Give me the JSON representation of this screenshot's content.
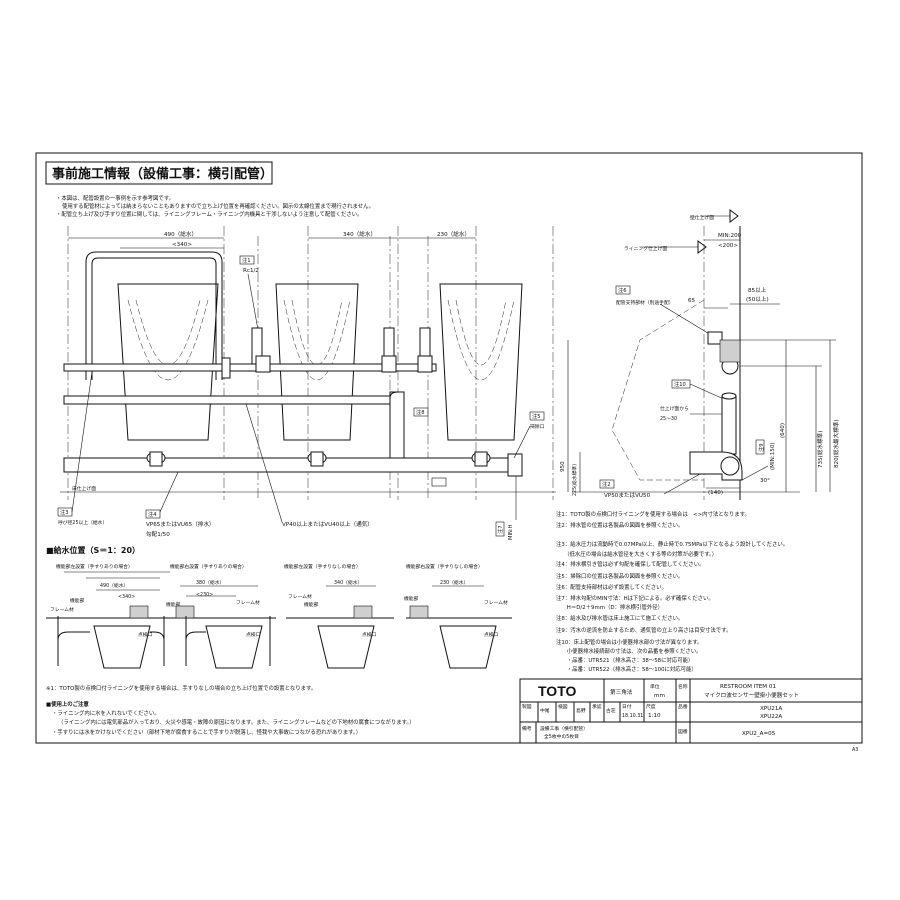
{
  "header": {
    "title": "事前施工情報（設備工事：横引配管）"
  },
  "top_notes": [
    "・本図は、配管設置の一事例を示す参考図です。",
    "使用する配管材によっては納まらないこともありますので立ち上げ位置を再確認ください。図示の太線位置まで現行されません。",
    "・配管立ち上げ及び手すり位置に関しては、ライニングフレーム・ライニング内機具と干渉しないよう注意して配管ください。"
  ],
  "plan": {
    "dim_490": "490（総水）",
    "dim_340_sub": "<340>",
    "dim_340": "340（総水）",
    "dim_230": "230（総水）",
    "rc": "Rc1/2",
    "note1": "注1",
    "note4": "注4",
    "note2": "注2",
    "note3": "注3",
    "note5": "注5",
    "note7": "注7",
    "note8": "注8",
    "floor_label": "床仕上げ面",
    "vp65": "VP65またはVU65（排水）",
    "vp40": "VP40以上またはVU40以上（通気）",
    "slope": "勾配1/50",
    "sump": "掃除口",
    "min_h": "MIN:H",
    "note3_text": "呼び径25以上（給水）"
  },
  "section": {
    "wall_finish": "壁仕上げ面",
    "lining_finish": "ライニング仕上げ面",
    "min200": "MIN:200",
    "d200": "<200>",
    "note6": "注6",
    "support": "配管支持部材（別途手配）",
    "d65": "65",
    "d85": "85以上",
    "d50": "(50以上)",
    "note10": "注10",
    "rise": "仕上げ面から",
    "rise_range": "25〜30",
    "note9": "注9",
    "min150": "(MIN:150)",
    "d640": "(640)",
    "d735": "735(総水標準)",
    "d820": "820(総水最大標準)",
    "d950": "950",
    "d225": "225(総水標準)",
    "d140": "(140)",
    "vp50": "VP50またはVU50",
    "deg30": "30°"
  },
  "right_notes": [
    "注1：TOTO製の点検口付ライニングを使用する場合は　<>内寸法となります。",
    "注2：排水管の位置は各製品の図面を参照ください。",
    "注3：給水圧力は流動時で0.07MPa以上、静止時で0.75MPa以下となるよう設計してください。",
    "　　（低水圧の場合は給水管径を大きくする等の対策が必要です。）",
    "注4：排水横引き管は必ず勾配を確保して配管してください。",
    "注5：掃除口の位置は各製品の図面を参照ください。",
    "注6：配管支持部材は必ず設置してください。",
    "注7：排水勾配のMIN寸法：Hは下記による。必ず確保ください。",
    "　　H＝D/2＋9mm（D：排水横引管外径）",
    "注8：給水及び排水管は床上施工にて施工ください。",
    "注9：汚水の逆流を防止するため、通気管の立上り高さは目安寸法です。",
    "注10：床上配管の場合は小便器排水部の寸法が異なります。",
    "　　小便器排水接続部の寸法は、次の品番を参照ください。",
    "　　・品番：UTR521（排水高さ：38〜58に対応可能）",
    "　　・品番：UTR522（排水高さ：58〜100に対応可能）"
  ],
  "supply_section": {
    "title": "■給水位置（S＝1：20）",
    "panels": [
      {
        "title": "機能部左設置（手すりありの場合）",
        "dim": "490（総水）",
        "sub": "<340>"
      },
      {
        "title": "機能部右設置（手すりありの場合）",
        "dim": "380（総水）",
        "sub": "<230>"
      },
      {
        "title": "機能部左設置（手すりなしの場合）",
        "dim": "340（総水）",
        "sub": ""
      },
      {
        "title": "機能部右設置（手すりなしの場合）",
        "dim": "230（総水）",
        "sub": ""
      }
    ],
    "label_frame": "フレーム材",
    "label_func": "機能部",
    "label_inspect": "点検口"
  },
  "footnotes": {
    "n1": "※1：TOTO製の点検口付ライニングを使用する場合は、手すりなしの場合の立ち上げ位置での設置となります。",
    "cautions_title": "■使用上のご注意",
    "c1": "・ライニング内に水を入れないでください。",
    "c2": "（ライニング内には電気部品が入っており、火災や感電・故障の原因になります。また、ライニングフレームなどの下地材の腐食につながります。）",
    "c3": "・手すりには水をかけないでください（部材下地が腐食することで手すりが脱落し、怪我や大事故につながる恐れがあります。）"
  },
  "title_block": {
    "logo": "TOTO",
    "projection": "第三角法",
    "unit_label": "単位",
    "unit": "mm",
    "name_label": "名称",
    "name1": "RESTROOM ITEM 01",
    "name2": "マイクロ波センサー壁掛小便器セット",
    "drawn_label": "製図",
    "drawn_by": "中尾",
    "check_label": "検図",
    "checked_by": "島野",
    "approve_label": "承認",
    "approved_by": "古荘",
    "date_label": "日付",
    "date": "18.10.31",
    "scale_label": "尺度",
    "scale": "1:10",
    "part_label": "品番",
    "part1": "XPU21A",
    "part2": "XPU22A",
    "remark_label": "備考",
    "remark1": "設備工事（横引配管）",
    "remark2": "全5枚中の5枚目",
    "dwg_label": "図番",
    "dwg_no": "XPU2_A=05",
    "sheet_size": "A3"
  }
}
